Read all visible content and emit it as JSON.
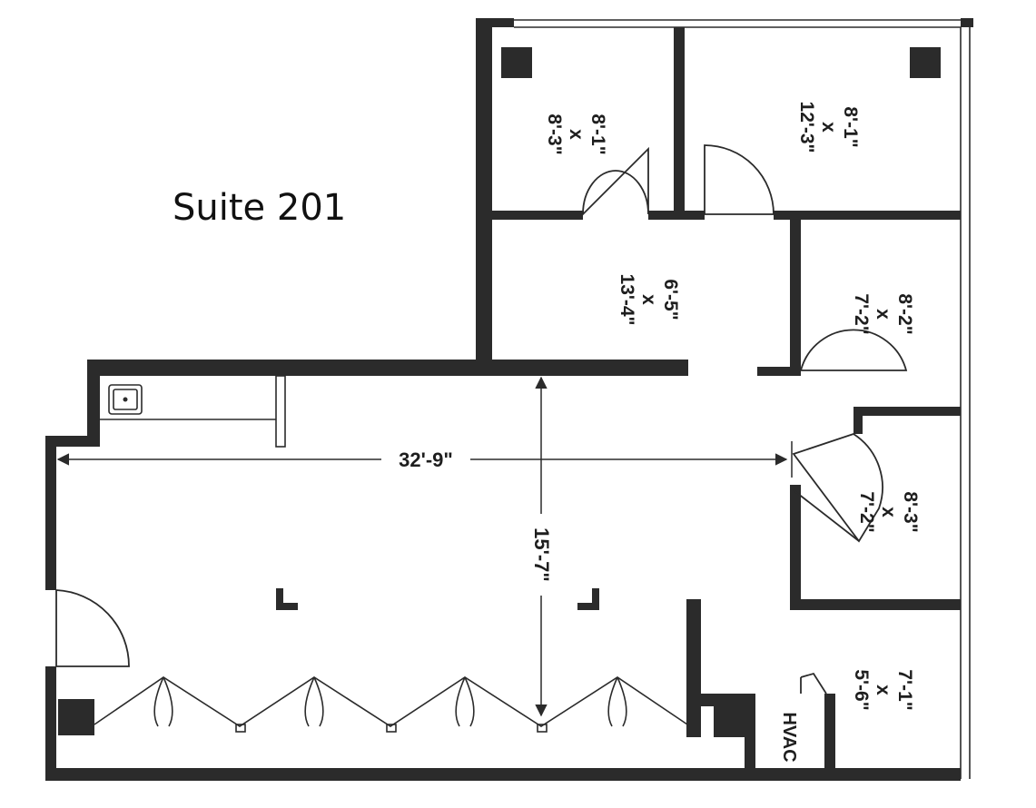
{
  "title": "Suite 201",
  "rooms": [
    {
      "id": "office-a",
      "width": "8'-1\"",
      "x": "x",
      "length": "8'-3\""
    },
    {
      "id": "office-b",
      "width": "8'-1\"",
      "x": "x",
      "length": "12'-3\""
    },
    {
      "id": "hall",
      "width": "6'-5\"",
      "x": "x",
      "length": "13'-4\""
    },
    {
      "id": "office-c",
      "width": "8'-2\"",
      "x": "x",
      "length": "7'-2\""
    },
    {
      "id": "office-d",
      "width": "8'-3\"",
      "x": "x",
      "length": "7'-2\""
    },
    {
      "id": "storage",
      "width": "7'-1\"",
      "x": "x",
      "length": "5'-6\""
    }
  ],
  "dimensions": {
    "main_width": "32'-9\"",
    "main_depth": "15'-7\""
  },
  "hvac_label": "HVAC"
}
